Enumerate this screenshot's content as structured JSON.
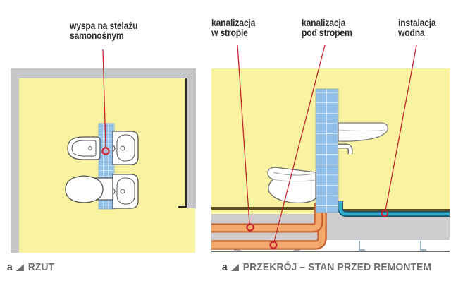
{
  "colors": {
    "wall_gray": "#C7C7C9",
    "floor_yellow": "#F9F2A0",
    "tile_blue": "#92BFE8",
    "pipe_orange": "#F3A96B",
    "pipe_orange_outline": "#C4622E",
    "water_pipe_blue": "#2FABCE",
    "water_pipe_outline": "#15536F",
    "floor_finish_brown": "#5E4B21",
    "slab_gray": "#CDCDCF",
    "leader_red": "#C0282D"
  },
  "annotations": {
    "island_frame": {
      "line1": "wyspa na stelażu",
      "line2": "samonośnym"
    },
    "sewage_in_slab": {
      "line1": "kanalizacja",
      "line2": "w stropie"
    },
    "sewage_under_slab": {
      "line1": "kanalizacja",
      "line2": "pod stropem"
    },
    "water_supply": {
      "line1": "instalacja",
      "line2": "wodna"
    }
  },
  "captions": {
    "plan": {
      "index": "a",
      "title": "RZUT"
    },
    "section": {
      "index": "a",
      "title": "PRZEKRÓJ – STAN PRZED REMONTEM"
    }
  }
}
